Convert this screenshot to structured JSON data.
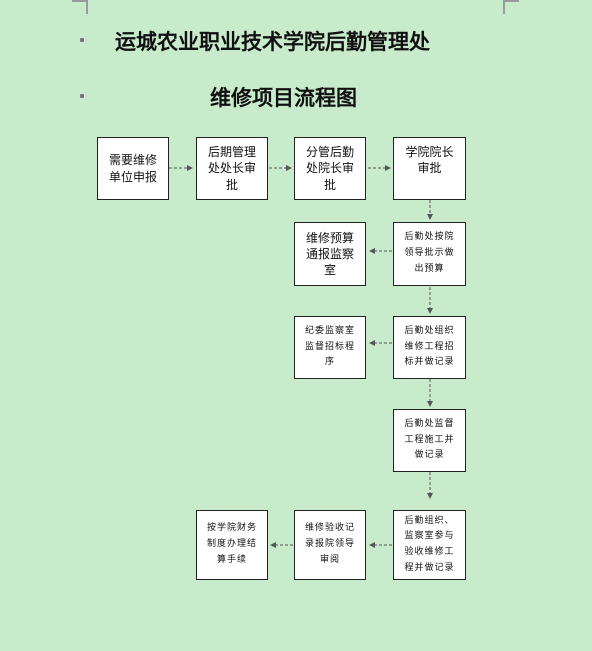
{
  "header": {
    "title_line1": "运城农业职业技术学院后勤管理处",
    "title_line2": "维修项目流程图"
  },
  "flow": {
    "step1": [
      "需要维修",
      "单位申报"
    ],
    "step2": [
      "后期管理",
      "处处长审",
      "批"
    ],
    "step3": [
      "分管后勤",
      "处院长审",
      "批"
    ],
    "step4": [
      "学院院长",
      "审批"
    ],
    "step5": [
      "后勤处按院",
      "领导批示做",
      "出预算"
    ],
    "step6": [
      "维修预算",
      "通报监察",
      "室"
    ],
    "step7": [
      "后勤处组织",
      "维修工程招",
      "标并做记录"
    ],
    "step8": [
      "纪委监察室",
      "监督招标程",
      "序"
    ],
    "step9": [
      "后勤处监督",
      "工程施工并",
      "做记录"
    ],
    "step10": [
      "后勤组织、",
      "监察室参与",
      "验收维修工",
      "程并做记录"
    ],
    "step11": [
      "维修验收记",
      "录报院领导",
      "审阅"
    ],
    "step12": [
      "按学院财务",
      "制度办理结",
      "算手续"
    ]
  }
}
